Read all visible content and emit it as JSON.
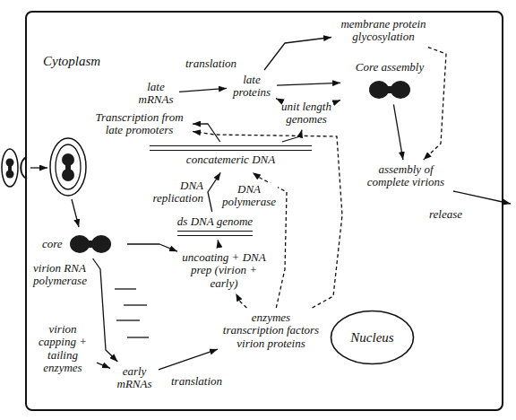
{
  "diagram": {
    "nodes": [
      {
        "text": [
          "Cytoplasm"
        ]
      },
      {
        "text": [
          "late mRNAs"
        ],
        "in": 0
      },
      {
        "text": [
          "late proteins"
        ],
        "in": 0
      },
      {
        "text": [
          "membrane protein glycosylation"
        ],
        "in": 0
      },
      {
        "text": [
          "Core assembly"
        ],
        "in": 0
      },
      {
        "text": [
          "Transcription from late promoters"
        ],
        "in": 0
      },
      {
        "text": [
          "unit length genomes"
        ],
        "in": 0
      },
      {
        "text": [
          "concatemeric DNA"
        ],
        "in": 0
      },
      {
        "text": [
          "assembly of complete virions"
        ],
        "in": 0
      },
      {
        "text": [
          "ds DNA genome"
        ],
        "in": 0
      },
      {
        "text": [
          "uncoating + DNA prep (virion + early)"
        ],
        "in": 0
      },
      {
        "text": [
          "core"
        ],
        "in": 0
      },
      {
        "text": [
          "virion capping + tailing enzymes"
        ],
        "in": 0
      },
      {
        "text": [
          "early mRNAs"
        ],
        "in": 0
      },
      {
        "text": [
          "enzymes transcription factors virion proteins"
        ],
        "in": 0
      },
      {
        "text": [
          "Nucleus"
        ],
        "in": 0
      }
    ],
    "edges": [
      {
        "from": 13,
        "to": 14,
        "label": "translation",
        "arrow": "to"
      },
      {
        "from": 1,
        "to": 2,
        "label": "translation",
        "arrow": "to"
      },
      {
        "from": 2,
        "to": 3,
        "arrow": "to"
      },
      {
        "from": 2,
        "to": 4,
        "arrow": "to"
      },
      {
        "from": 2,
        "to": 6,
        "arrow": "to"
      },
      {
        "from": 6,
        "to": 4,
        "arrow": "to"
      },
      {
        "from": 3,
        "to": 8,
        "arrow": "to"
      },
      {
        "from": 4,
        "to": 8,
        "arrow": "to"
      },
      {
        "from": 7,
        "to": 6,
        "arrow": "to"
      },
      {
        "from": 7,
        "to": 5,
        "arrow": "to"
      },
      {
        "from": 14,
        "to": 5,
        "arrow": "to"
      },
      {
        "from": 14,
        "to": 7,
        "label": "DNA polymerase",
        "arrow": "to"
      },
      {
        "from": 9,
        "to": 7,
        "label": "DNA replication",
        "arrow": "to"
      },
      {
        "from": 11,
        "to": 10,
        "arrow": "to"
      },
      {
        "from": 10,
        "to": 9,
        "arrow": "to"
      },
      {
        "from": 14,
        "to": 10,
        "arrow": "to"
      },
      {
        "from": 11,
        "to": 13,
        "label": "virion RNA polymerase",
        "arrow": "to"
      },
      {
        "from": 12,
        "to": 13,
        "arrow": "to"
      }
    ],
    "labels": [
      "release"
    ]
  }
}
